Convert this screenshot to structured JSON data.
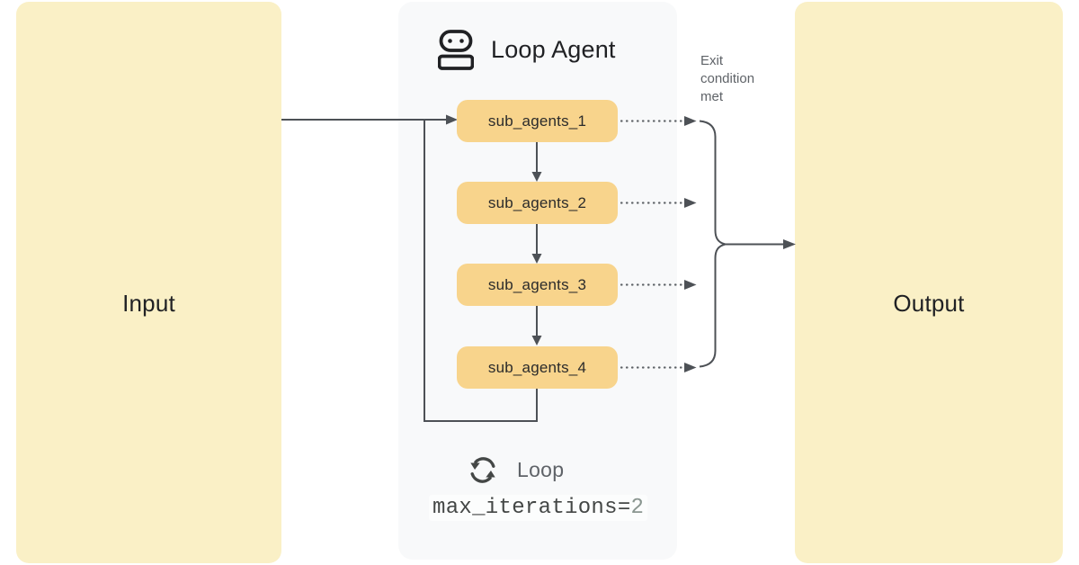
{
  "diagram": {
    "input": {
      "label": "Input"
    },
    "output": {
      "label": "Output"
    },
    "loop_agent": {
      "title": "Loop Agent",
      "sub_agents": [
        {
          "label": "sub_agents_1"
        },
        {
          "label": "sub_agents_2"
        },
        {
          "label": "sub_agents_3"
        },
        {
          "label": "sub_agents_4"
        }
      ],
      "exit_note": "Exit condition met",
      "footer": {
        "loop_label": "Loop",
        "code_prefix": "max_iterations=",
        "code_value": "2"
      }
    }
  },
  "icons": {
    "header": "robot-icon",
    "footer": "loop-refresh-icon"
  },
  "colors": {
    "cream": "#FAF0C6",
    "panel": "#F8F9FA",
    "node": "#F8D48C",
    "line": "#4D5156",
    "muted": "#5F6368",
    "dark": "#202124",
    "code": "#444746",
    "code-val": "#8A9690",
    "page": "#FFFFFF"
  }
}
